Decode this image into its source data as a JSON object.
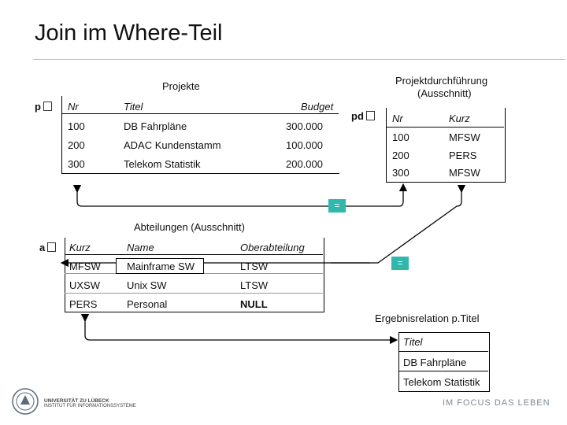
{
  "slide": {
    "title": "Join im Where-Teil"
  },
  "projekte": {
    "caption": "Projekte",
    "alias": "p",
    "headers": [
      "Nr",
      "Titel",
      "Budget"
    ],
    "rows": [
      [
        "100",
        "DB Fahrpläne",
        "300.000"
      ],
      [
        "200",
        "ADAC Kundenstamm",
        "100.000"
      ],
      [
        "300",
        "Telekom Statistik",
        "200.000"
      ]
    ]
  },
  "projektdurchfuehrung": {
    "caption_line1": "Projektdurchführung",
    "caption_line2": "(Ausschnitt)",
    "alias": "pd",
    "headers": [
      "Nr",
      "Kurz"
    ],
    "rows": [
      [
        "100",
        "MFSW"
      ],
      [
        "200",
        "PERS"
      ],
      [
        "300",
        "MFSW"
      ]
    ]
  },
  "abteilungen": {
    "caption": "Abteilungen (Ausschnitt)",
    "alias": "a",
    "headers": [
      "Kurz",
      "Name",
      "Oberabteilung"
    ],
    "rows": [
      [
        "MFSW",
        "Mainframe SW",
        "LTSW"
      ],
      [
        "UXSW",
        "Unix SW",
        "LTSW"
      ],
      [
        "PERS",
        "Personal",
        "NULL"
      ]
    ]
  },
  "join_markers": {
    "eq1": "=",
    "eq2": "="
  },
  "ergebnis": {
    "caption": "Ergebnisrelation p.Titel",
    "header": "Titel",
    "rows": [
      "DB Fahrpläne",
      "Telekom Statistik"
    ]
  },
  "footer": {
    "logo_line1": "UNIVERSITÄT ZU LÜBECK",
    "logo_line2": "INSTITUT FÜR INFORMATIONSSYSTEME",
    "motto": "IM FOCUS DAS LEBEN"
  },
  "colors": {
    "accent": "#30b8ad",
    "motto": "#7a8a97"
  }
}
